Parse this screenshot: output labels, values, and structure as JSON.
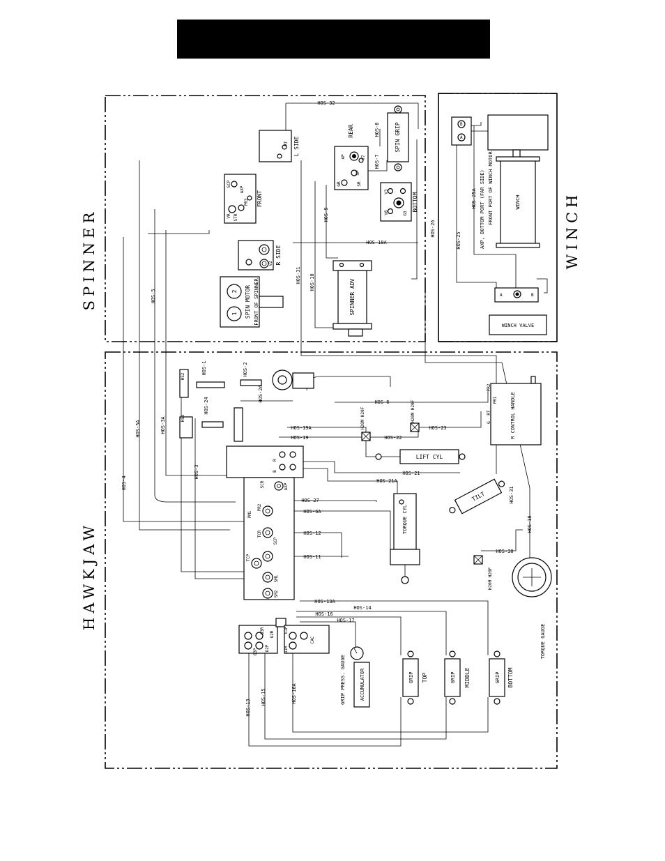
{
  "sections": {
    "spinner": "SPINNER",
    "winch": "WINCH",
    "hawkjaw": "HAWKJAW"
  },
  "components": {
    "spin_grip": "SPIN GRIP",
    "rear": "REAR",
    "bottom": "BOTTOM",
    "l_side": "L SIDE",
    "r_side": "R SIDE",
    "front": "FRONT",
    "spin_motor": "SPIN MOTOR",
    "front_of_spinner": "FRONT OF SPINNER",
    "spinner_adv": "SPINNER ADV",
    "winch_motor_note": "FRONT PORT OF WINCH MOTOR",
    "winch_bottom_note": "AXP, BOTTOM PORT (FAR SIDE)",
    "winch_drum": "WINCH",
    "winch_valve": "WINCH VALVE",
    "control_handle": "R CONTROL HANDLE",
    "lift_cyl": "LIFT CYL",
    "tilt": "TILT",
    "torque_cyl": "TORQUE CYL",
    "torque_gauge": "TORQUE GAUGE",
    "accumulator": "ACCUMULATOR",
    "grip_press_gauge": "GRIP PRESS. GAUGE",
    "grip": "GRIP",
    "top": "TOP",
    "middle": "MIDDLE"
  },
  "hoses": {
    "h32": "HOS-32",
    "h8": "HOS-8",
    "h7": "HOS-7",
    "h9": "HOS-9",
    "h10": "HOS-10",
    "h31": "HOS-31",
    "h5": "HOS-5",
    "h18a": "HOS-18A",
    "h26": "HOS-26",
    "h25": "HOS-25",
    "h25a": "HOS-25A",
    "h1": "HOS-1",
    "h2": "HOS-2",
    "h2a": "HOS-2A",
    "h24": "HOS-24",
    "h3a": "HOS-3A",
    "h5a": "HOS-5A",
    "h4": "HOS-4",
    "h3": "HOS-3",
    "h6": "HOS-6",
    "h19a": "HOS-19A",
    "h19": "HOS-19",
    "h22": "HOS-22",
    "h23": "HOS-23",
    "h21": "HOS-21",
    "h21a": "HOS-21A",
    "h27": "HOS-27",
    "h6a": "HOS-6A",
    "h12": "HOS-12",
    "h11": "HOS-11",
    "h30": "HOS-30",
    "h18": "HOS-18",
    "h13a": "HOS-13A",
    "h14": "HOS-14",
    "h16": "HOS-16",
    "h17": "HOS-17",
    "h13": "HOS-13",
    "h15": "HOS-15",
    "h16a": "HOS-16A"
  },
  "ports": {
    "scp": "SCP",
    "axp": "AXP",
    "pr3": "PR3",
    "vr": "VR",
    "str": "STR",
    "rt": "RT",
    "gr": "GR",
    "ap": "AP",
    "sp": "SP",
    "v7": "V7",
    "sr": "SR",
    "v3": "V3",
    "v6": "V6",
    "v2": "V2",
    "g3": "G3",
    "hs2": "HS2",
    "hs3": "HS3",
    "pr2": "PR2",
    "pr1": "PR1",
    "g": "G",
    "r": "R",
    "a": "A",
    "b": "B",
    "scr": "SCR",
    "pm1": "PM1",
    "tcr": "TCR",
    "tcp": "TCP",
    "sm1": "SM1",
    "sm2": "SM2",
    "g3p": "G3P",
    "g3r": "G3R",
    "g2p": "G2P",
    "g2r": "G2R",
    "g1p": "G1P",
    "g1r": "G1R",
    "cac": "CAC",
    "hr2": "HR2",
    "hr1": "HR1",
    "one": "1",
    "two": "2"
  },
  "check_valves": {
    "cv1": "H20M H20F",
    "cv2": "H20M H20F",
    "cv3": "H20M H20F"
  }
}
